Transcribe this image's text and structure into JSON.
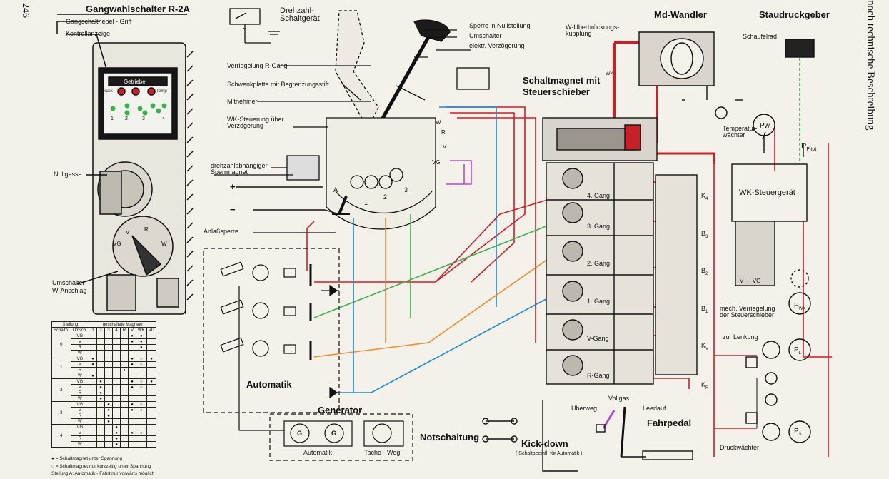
{
  "page_number": "246",
  "side_title": "noch technische Beschreibung",
  "gangwahl": {
    "title": "Gangwahlschalter R-2A",
    "griff": "Gangschalthebel - Griff",
    "kontroll": "Kontrollanzeige",
    "getriebe": "Getriebe",
    "druck": "Druck",
    "temp": "Temp",
    "n1": "1",
    "n2": "2",
    "n3": "3",
    "n4": "4",
    "nullgasse": "Nullgasse",
    "umschalter": "Umschalter",
    "wanschlag": "W-Anschlag",
    "pos_vg": "VG",
    "pos_v": "V",
    "pos_r": "R",
    "pos_w": "W"
  },
  "lever": {
    "drehzahl": "Drehzahl-\nSchaltgerät",
    "sperre": "Sperre in Nullstellung",
    "umschalter": "Umschalter",
    "elektr": "elektr. Verzögerung",
    "verriegelung": "Verriegelung R-Gang",
    "schwenk": "Schwenkplatte mit Begrenzungsstift",
    "mitnehmer": "Mitnehmer",
    "wk": "WK-Steuerung über\nVerzögerung",
    "drehabh": "drehzahlabhängiger\nSperrmagnet",
    "plus": "+",
    "minus": "−",
    "anlass": "Anlaßsperre",
    "a": "A",
    "one": "1",
    "two": "2",
    "three": "3",
    "w": "W",
    "v": "V",
    "r": "R",
    "vg": "VG"
  },
  "right": {
    "mdwandler": "Md-Wandler",
    "wueber": "W-Überbrückungs-\nkupplung",
    "wk": "WK",
    "staudruck": "Staudruckgeber",
    "schaufel": "Schaufelrad",
    "schaltmagnet": "Schaltmagnet mit\nSteuerschieber",
    "temperatur": "Temperatur-\nwächter",
    "pw": "Pw",
    "ppitot": "P",
    "ppitot_sub": "Pitot",
    "wksteuer": "WK-Steuergerät",
    "v_vg": "V — VG",
    "pwk": "P",
    "pwk_sub": "WK",
    "mech": "mech. Verriegelung\nder Steuerschieber",
    "lenkung": "zur Lenkung",
    "pl": "P",
    "pl_sub": "L",
    "ps": "P",
    "ps_sub": "S",
    "druckwaechter": "Druckwächter",
    "k4": "K",
    "k4_sub": "4",
    "b3": "B",
    "b3_sub": "3",
    "b2": "B",
    "b2_sub": "2",
    "b1": "B",
    "b1_sub": "1",
    "kv": "K",
    "kv_sub": "V",
    "kr": "K",
    "kr_sub": "R"
  },
  "gears": [
    "4. Gang",
    "3. Gang",
    "2. Gang",
    "1. Gang",
    "V-Gang",
    "R-Gang"
  ],
  "bottom": {
    "automatik": "Automatik",
    "generator": "Generator",
    "gen_auto": "Automatik",
    "gen_tacho": "Tacho - Weg",
    "g": "G",
    "notschaltung": "Notschaltung",
    "kickdown": "Kick-down",
    "kick_sub": "( Schaltbeeinfl. für Automatik )",
    "vollgas": "Vollgas",
    "ueberweg": "Überweg",
    "leerlauf": "Leerlauf",
    "fahrpedal": "Fahrpedal"
  },
  "table": {
    "h_stellung": "Stellung",
    "h_magnete": "geschaltete Magnete",
    "h_schalth": "Schalth.",
    "h_umsch": "Umsch.",
    "cols": [
      "1",
      "2",
      "3",
      "4",
      "R",
      "V",
      "WK",
      "VG"
    ],
    "groups": [
      "0",
      "1",
      "2",
      "3",
      "4"
    ],
    "rows": [
      "VG",
      "V",
      "R",
      "W"
    ]
  },
  "footnotes": [
    "● = Schaltmagnet unter Spannung",
    "○ = Schaltmagnet nur kurzzeitig unter Spannung",
    "Stellung A: Automatik - Fahrt nur vorwärts möglich"
  ],
  "colors": {
    "red": "#c8202a",
    "blue": "#1c8ad0",
    "green": "#38b34a",
    "orange": "#ef8a2a",
    "purple": "#b04fc8",
    "dred": "#8c1a18",
    "ink": "#111111",
    "paper": "#f4f1ea"
  }
}
